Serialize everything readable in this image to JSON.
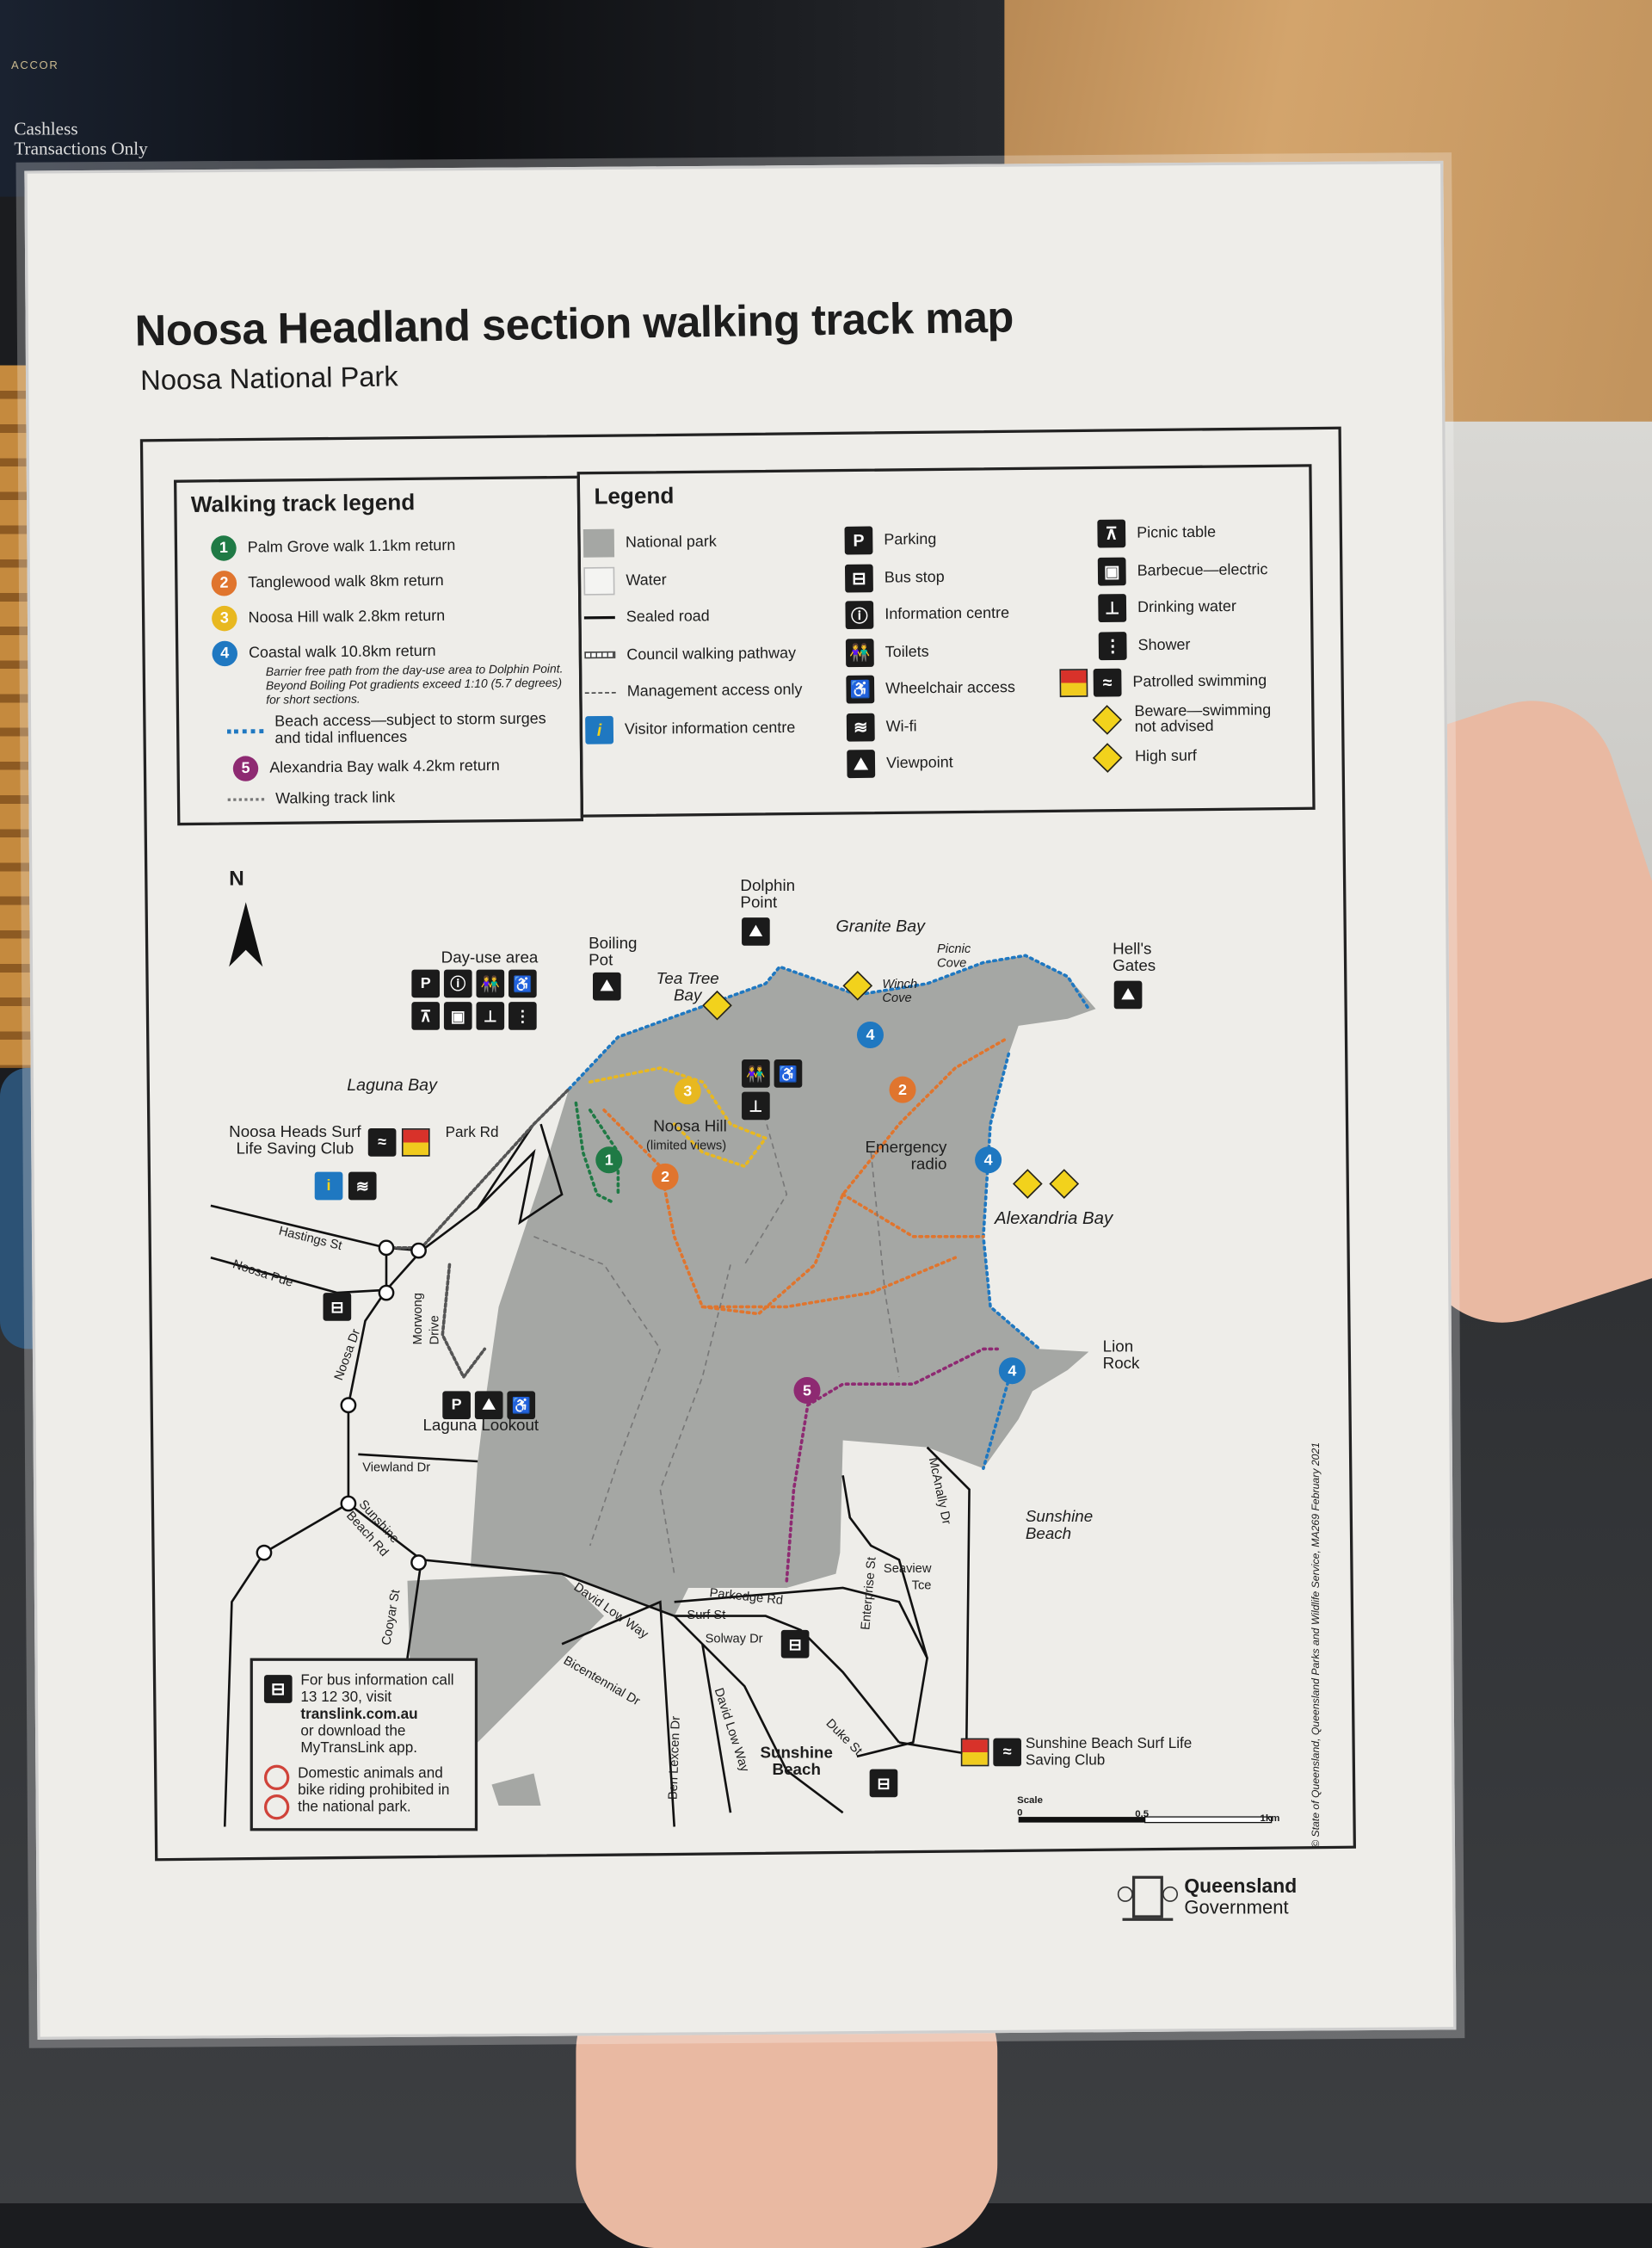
{
  "background": {
    "sign_brand": "ACCOR",
    "sign_text": "Cashless Transactions Only"
  },
  "header": {
    "title": "Noosa Headland section walking track map",
    "subtitle": "Noosa National Park"
  },
  "walking_legend": {
    "heading": "Walking track legend",
    "tracks": [
      {
        "num": "1",
        "label": "Palm Grove walk 1.1km return",
        "color": "#1f7a45"
      },
      {
        "num": "2",
        "label": "Tanglewood walk 8km return",
        "color": "#e0752e"
      },
      {
        "num": "3",
        "label": "Noosa Hill walk 2.8km return",
        "color": "#e8b820"
      },
      {
        "num": "4",
        "label": "Coastal walk 10.8km return",
        "color": "#1f78c1"
      },
      {
        "num": "5",
        "label": "Alexandria Bay walk 4.2km return",
        "color": "#8e2a72"
      }
    ],
    "coastal_note": "Barrier free path from the day-use area to Dolphin Point. Beyond Boiling Pot gradients exceed 1:10 (5.7 degrees) for short sections.",
    "beach_access": "Beach access—subject to storm surges and tidal influences",
    "track_link": "Walking track link"
  },
  "legend": {
    "heading": "Legend",
    "col1": [
      "National park",
      "Water",
      "Sealed road",
      "Council walking pathway",
      "Management access only",
      "Visitor information centre"
    ],
    "col2": [
      "Parking",
      "Bus stop",
      "Information centre",
      "Toilets",
      "Wheelchair access",
      "Wi-fi",
      "Viewpoint"
    ],
    "col3": [
      "Picnic table",
      "Barbecue—electric",
      "Drinking water",
      "Shower",
      "Patrolled swimming",
      "Beware—swimming not advised",
      "High surf"
    ]
  },
  "map": {
    "north": "N",
    "labels": {
      "dolphin_point": "Dolphin Point",
      "granite_bay": "Granite Bay",
      "picnic_cove": "Picnic Cove",
      "hells_gates": "Hell's Gates",
      "boiling_pot": "Boiling Pot",
      "day_use_area": "Day-use area",
      "tea_tree_bay": "Tea Tree Bay",
      "winch_cove": "Winch Cove",
      "laguna_bay": "Laguna Bay",
      "noosa_hill": "Noosa Hill",
      "noosa_hill_note": "(limited views)",
      "emergency_radio": "Emergency radio",
      "noosa_slsc": "Noosa Heads Surf Life Saving Club",
      "park_rd": "Park Rd",
      "alexandria_bay": "Alexandria Bay",
      "hastings_st": "Hastings St",
      "noosa_pde": "Noosa Pde",
      "noosa_dr": "Noosa Dr",
      "morwong_drive": "Morwong Drive",
      "lion_rock": "Lion Rock",
      "laguna_lookout": "Laguna Lookout",
      "viewland_dr": "Viewland Dr",
      "sunshine_beach_rd": "Sunshine Beach Rd",
      "mcanally_dr": "McAnally Dr",
      "sunshine_beach_water": "Sunshine Beach",
      "seaview_tce": "Seaview Tce",
      "parkedge_rd": "Parkedge Rd",
      "surf_st": "Surf St",
      "solway_dr": "Solway Dr",
      "enterprise_st": "Enterprise St",
      "david_low_way_1": "David Low Way",
      "david_low_way_2": "David Low Way",
      "cooyar_st": "Cooyar St",
      "bicentennial_dr": "Bicentennial Dr",
      "ben_lexcen_dr": "Ben Lexcen Dr",
      "duke_st": "Duke St",
      "sunshine_beach_town": "Sunshine Beach",
      "sunshine_slsc": "Sunshine Beach Surf Life Saving Club"
    },
    "bus_info": {
      "line1": "For bus information call 13 12 30, visit",
      "link": "translink.com.au",
      "line2": "or download the MyTransLink app.",
      "prohibited": "Domestic animals and bike riding prohibited in the national park."
    },
    "scale": {
      "label": "Scale",
      "ticks": [
        "0",
        "0.5",
        "1km"
      ]
    }
  },
  "footer": {
    "copyright": "© State of Queensland, Queensland Parks and Wildlife Service, MA269 February 2021",
    "logo_line1": "Queensland",
    "logo_line2": "Government"
  },
  "colors": {
    "park": "#a5a7a4",
    "paper": "#eeede9",
    "track1": "#1f7a45",
    "track2": "#e0752e",
    "track3": "#e8b820",
    "track4": "#1f78c1",
    "track5": "#8e2a72"
  }
}
